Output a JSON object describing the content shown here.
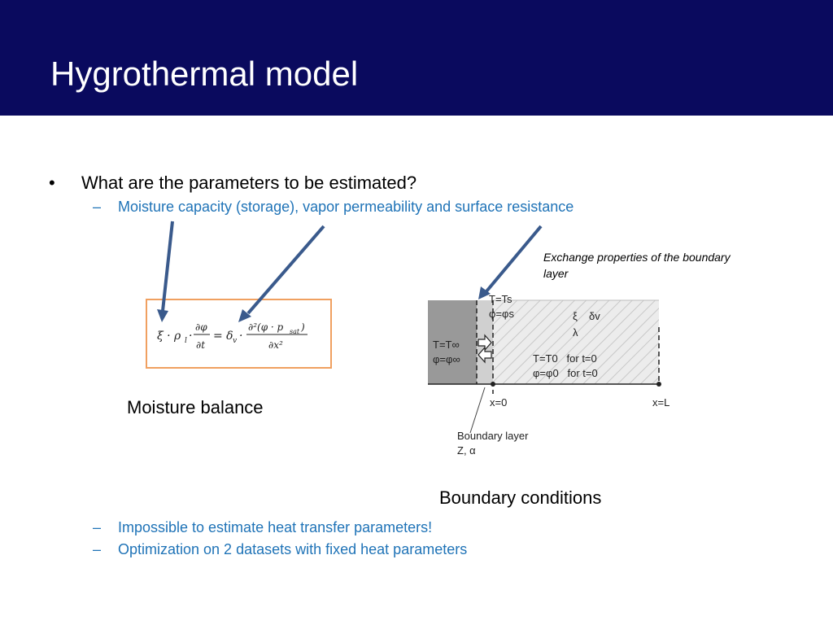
{
  "slide": {
    "title": "Hygrothermal model",
    "bullet_marker": "•",
    "bullet": "What are the parameters to be estimated?",
    "sub_items": [
      "Moisture capacity (storage), vapor permeability and surface resistance",
      "Impossible to estimate heat transfer parameters!",
      "Optimization on 2 datasets with fixed heat parameters"
    ],
    "dash": "–",
    "caption_left": "Moisture balance",
    "caption_right": "Boundary conditions",
    "note": "Exchange properties of the boundary layer"
  },
  "diagram": {
    "t_s": "T=Ts",
    "phi_s": "φ=φs",
    "t_inf": "T=T∞",
    "phi_inf": "φ=φ∞",
    "xi": "ξ",
    "delta_v": "δv",
    "lambda": "λ",
    "t0": "T=T0   for t=0",
    "phi0": "φ=φ0   for t=0",
    "x0": "x=0",
    "xL": "x=L",
    "boundary_layer": "Boundary layer",
    "z_alpha": "Z, α"
  },
  "colors": {
    "title_bar": "#0a0a5e",
    "sub_text": "#1f73b7",
    "arrow": "#3a5a8c",
    "equation_border": "#f0a060"
  }
}
